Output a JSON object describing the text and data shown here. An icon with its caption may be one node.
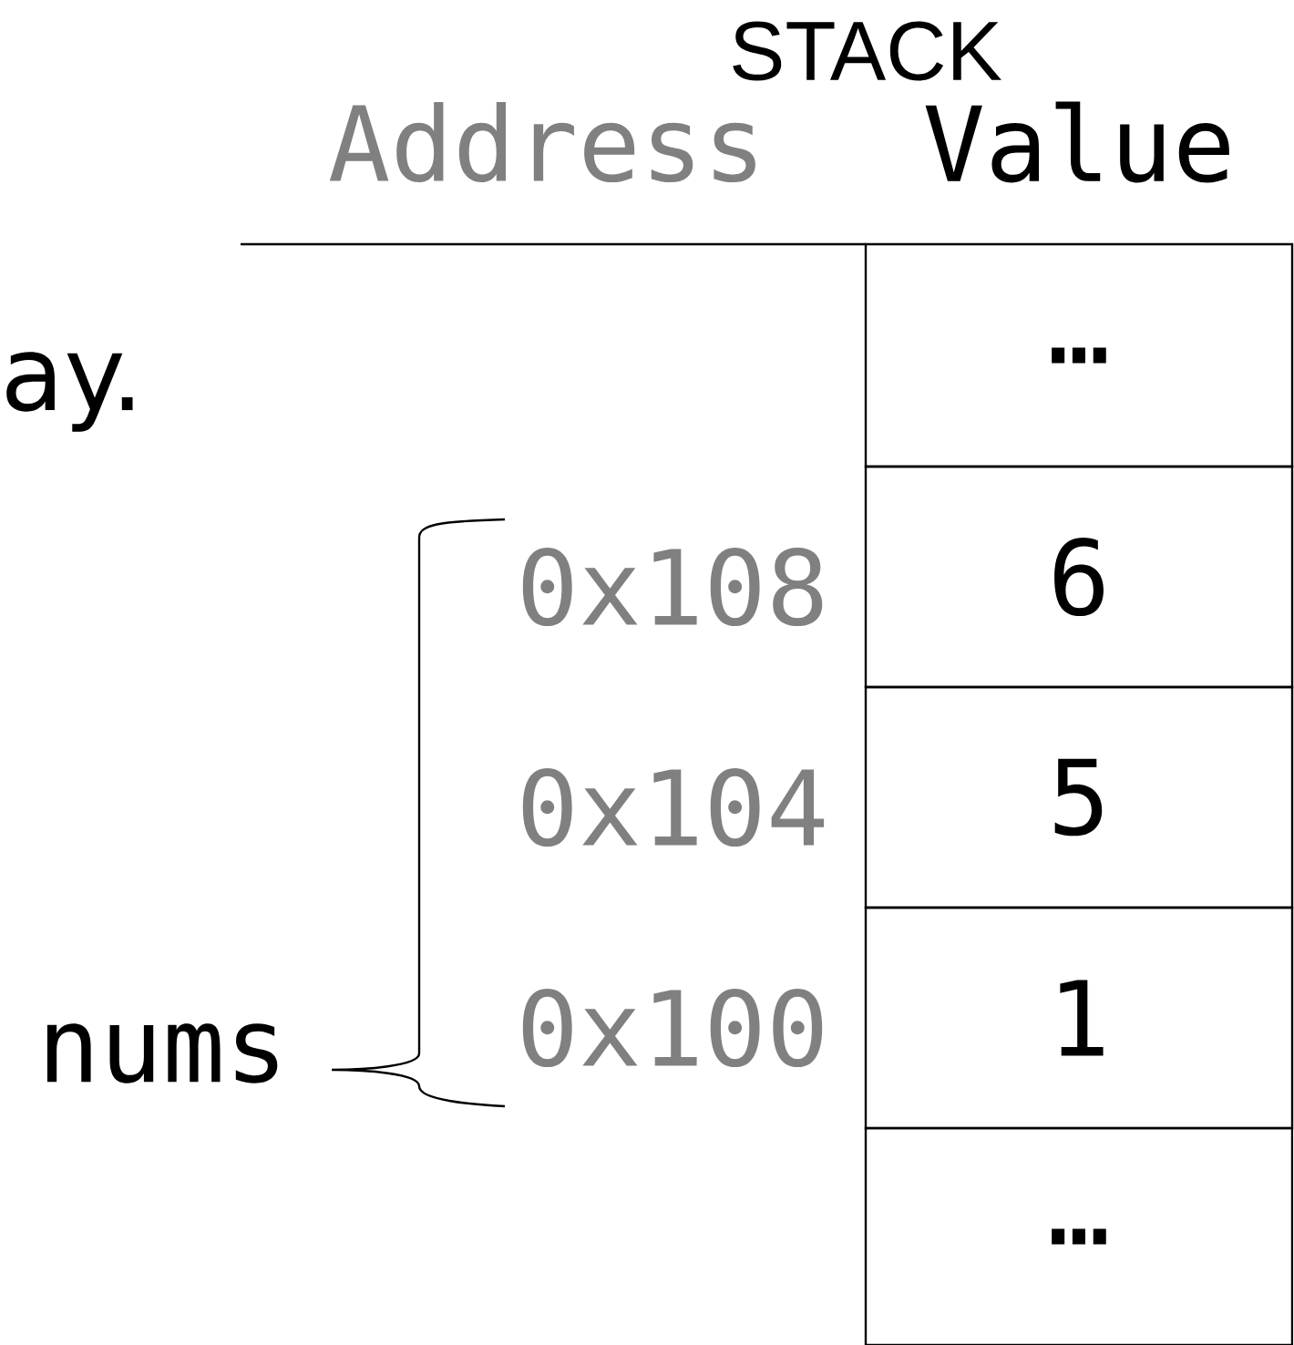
{
  "diagram": {
    "title": "STACK",
    "nodes": [
      {
        "text": [
          "…"
        ]
      },
      {
        "text": [
          "6"
        ]
      },
      {
        "text": [
          "5"
        ]
      },
      {
        "text": [
          "1"
        ]
      },
      {
        "text": [
          "…"
        ]
      }
    ],
    "labels": [
      "Address",
      "Value",
      "ay.",
      "0x108",
      "0x104",
      "0x100",
      "nums"
    ]
  }
}
